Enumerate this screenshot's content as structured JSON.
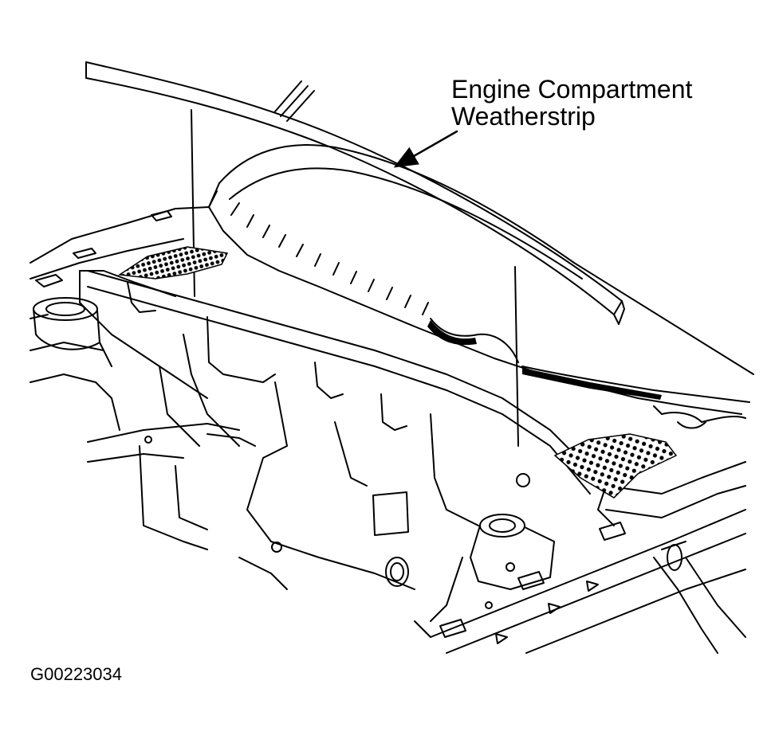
{
  "figure": {
    "callout_line1": "Engine Compartment",
    "callout_line2": "Weatherstrip",
    "figure_id": "G00223034"
  },
  "colors": {
    "ink": "#000000",
    "paper": "#ffffff"
  }
}
